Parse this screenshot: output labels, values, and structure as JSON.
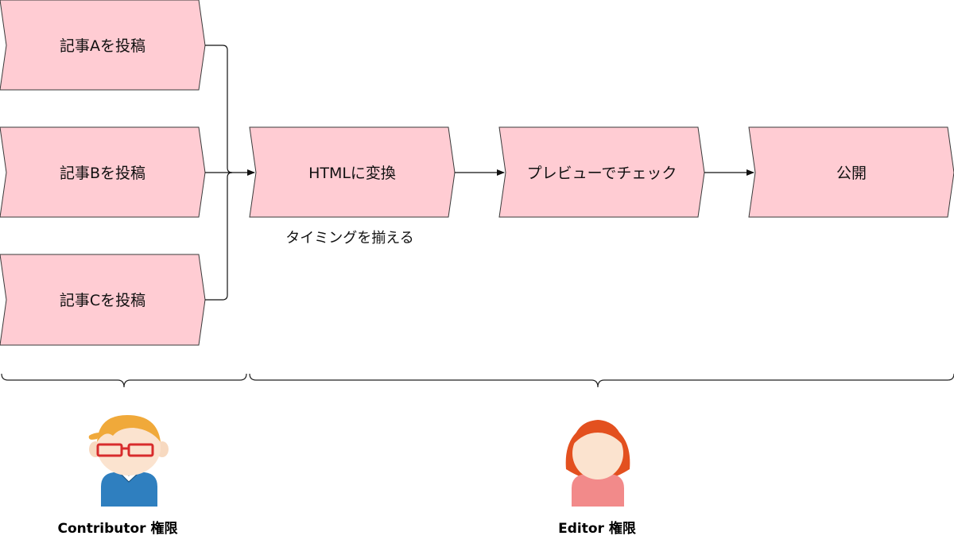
{
  "colors": {
    "step_fill": "#ffccd3",
    "step_stroke": "#3a3a3a",
    "connector": "#111111"
  },
  "contributor_steps": [
    {
      "label": "記事Aを投稿"
    },
    {
      "label": "記事Bを投稿"
    },
    {
      "label": "記事Cを投稿"
    }
  ],
  "editor_steps": [
    {
      "label": "HTMLに変換"
    },
    {
      "label": "プレビューでチェック"
    },
    {
      "label": "公開"
    }
  ],
  "note": "タイミングを揃える",
  "roles": {
    "contributor": {
      "label": "Contributor 権限",
      "icon": "contributor-avatar-icon"
    },
    "editor": {
      "label": "Editor 権限",
      "icon": "editor-avatar-icon"
    }
  }
}
